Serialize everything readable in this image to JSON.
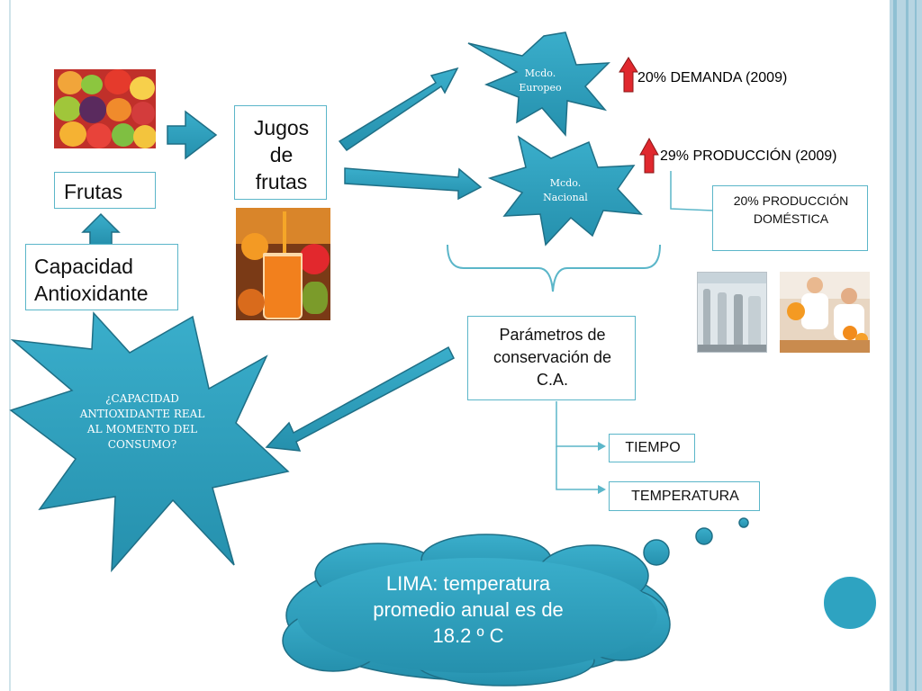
{
  "nodes": {
    "frutas": "Frutas",
    "capacidad": "Capacidad Antioxidante",
    "jugos": "Jugos de frutas",
    "mcdo_europeo": "Mcdo. Europeo",
    "mcdo_nacional": "Mcdo. Nacional",
    "demanda": "20% DEMANDA (2009)",
    "produccion": "29% PRODUCCIÓN (2009)",
    "produccion_domestica": "20% PRODUCCIÓN DOMÉSTICA",
    "parametros": "Parámetros de conservación de C.A.",
    "tiempo": "TIEMPO",
    "temperatura": "TEMPERATURA",
    "pregunta": "¿CAPACIDAD ANTIOXIDANTE REAL AL MOMENTO DEL CONSUMO?",
    "lima": "LIMA: temperatura promedio anual es de 18.2 º C"
  },
  "colors": {
    "teal": "#2b9bb8",
    "teal_dark": "#1f6f86",
    "box_border": "#5bb6c9",
    "red_arrow": "#e0282e",
    "side_bar": "#b7d5e2"
  }
}
